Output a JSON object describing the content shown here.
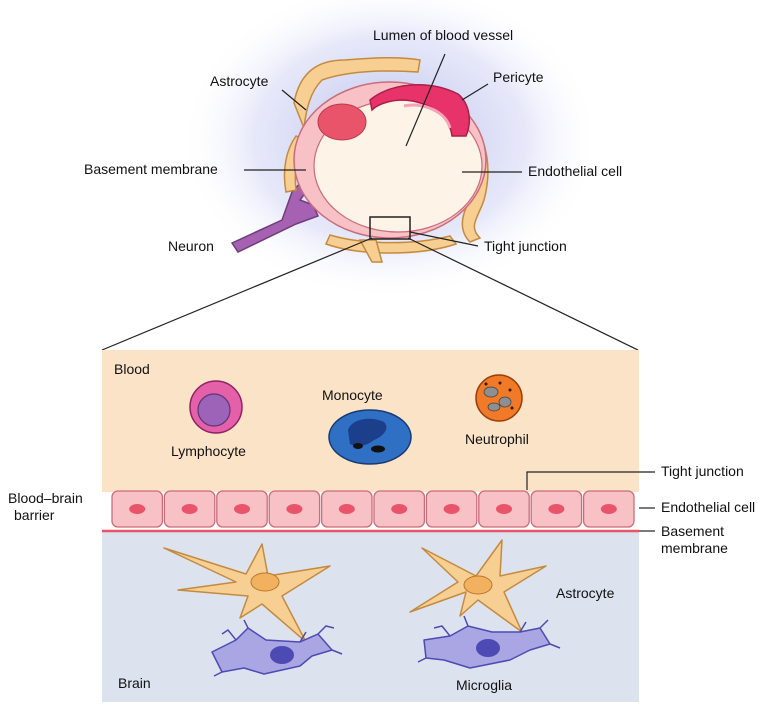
{
  "top_labels": {
    "lumen": "Lumen of blood vessel",
    "astrocyte": "Astrocyte",
    "pericyte": "Pericyte",
    "basement_membrane": "Basement membrane",
    "endothelial_cell": "Endothelial cell",
    "neuron": "Neuron",
    "tight_junction": "Tight junction"
  },
  "bottom_labels": {
    "blood": "Blood",
    "lymphocyte": "Lymphocyte",
    "monocyte": "Monocyte",
    "neutrophil": "Neutrophil",
    "tight_junction": "Tight junction",
    "endothelial_cell": "Endothelial cell",
    "basement_membrane_line1": "Basement",
    "basement_membrane_line2": "membrane",
    "bbb_line1": "Blood–brain",
    "bbb_line2": "barrier",
    "astrocyte": "Astrocyte",
    "brain": "Brain",
    "microglia": "Microglia"
  },
  "colors": {
    "blood_region": "#fbe3c8",
    "brain_region": "#dde3ee",
    "astrocyte": "#f7cf93",
    "astrocyte_nucleus": "#f2b15e",
    "endothelial": "#f7c1c6",
    "endothelial_nucleus": "#e9546a",
    "pericyte": "#e8336a",
    "neuron": "#a661b2",
    "microglia": "#a9a6e3",
    "microglia_nucleus": "#4d4bb3",
    "lymphocyte": "#e460a8",
    "monocyte": "#2f6fc4",
    "neutrophil": "#f07a27"
  }
}
